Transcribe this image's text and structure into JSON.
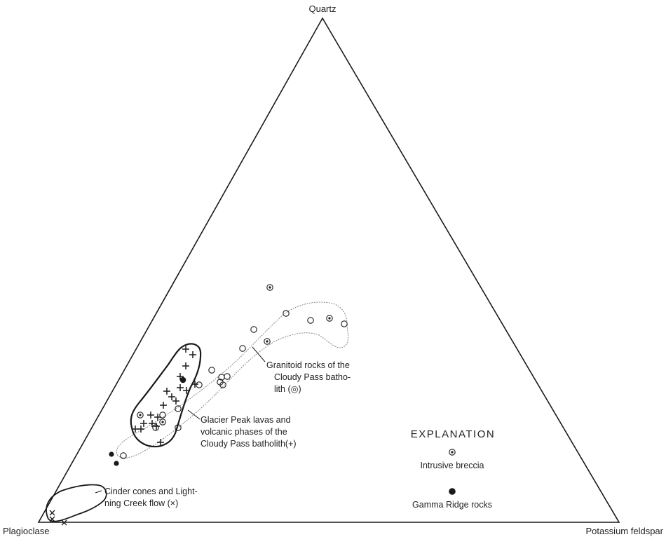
{
  "diagram": {
    "vertices": {
      "top": "Quartz",
      "left": "Plagioclase",
      "right": "Potassium feldspar"
    },
    "annotations": {
      "granitoid": [
        "Granitoid rocks of the",
        "Cloudy Pass batho-",
        "lith (◎)"
      ],
      "glacier": [
        "Glacier Peak lavas and",
        "volcanic phases of the",
        "Cloudy Pass batholith(+)"
      ],
      "cinder": [
        "Cinder cones and Light-",
        "ning Creek flow (×)"
      ]
    },
    "explanation": {
      "title": "EXPLANATION",
      "items": [
        {
          "label": "Intrusive breccia",
          "symbol": "circle-dot"
        },
        {
          "label": "Gamma Ridge rocks",
          "symbol": "filled-circle"
        }
      ]
    },
    "symbol_colors": {
      "ink": "#1a1a1a",
      "field_outline": "#222222",
      "granitoid_outline": "#888888"
    }
  }
}
